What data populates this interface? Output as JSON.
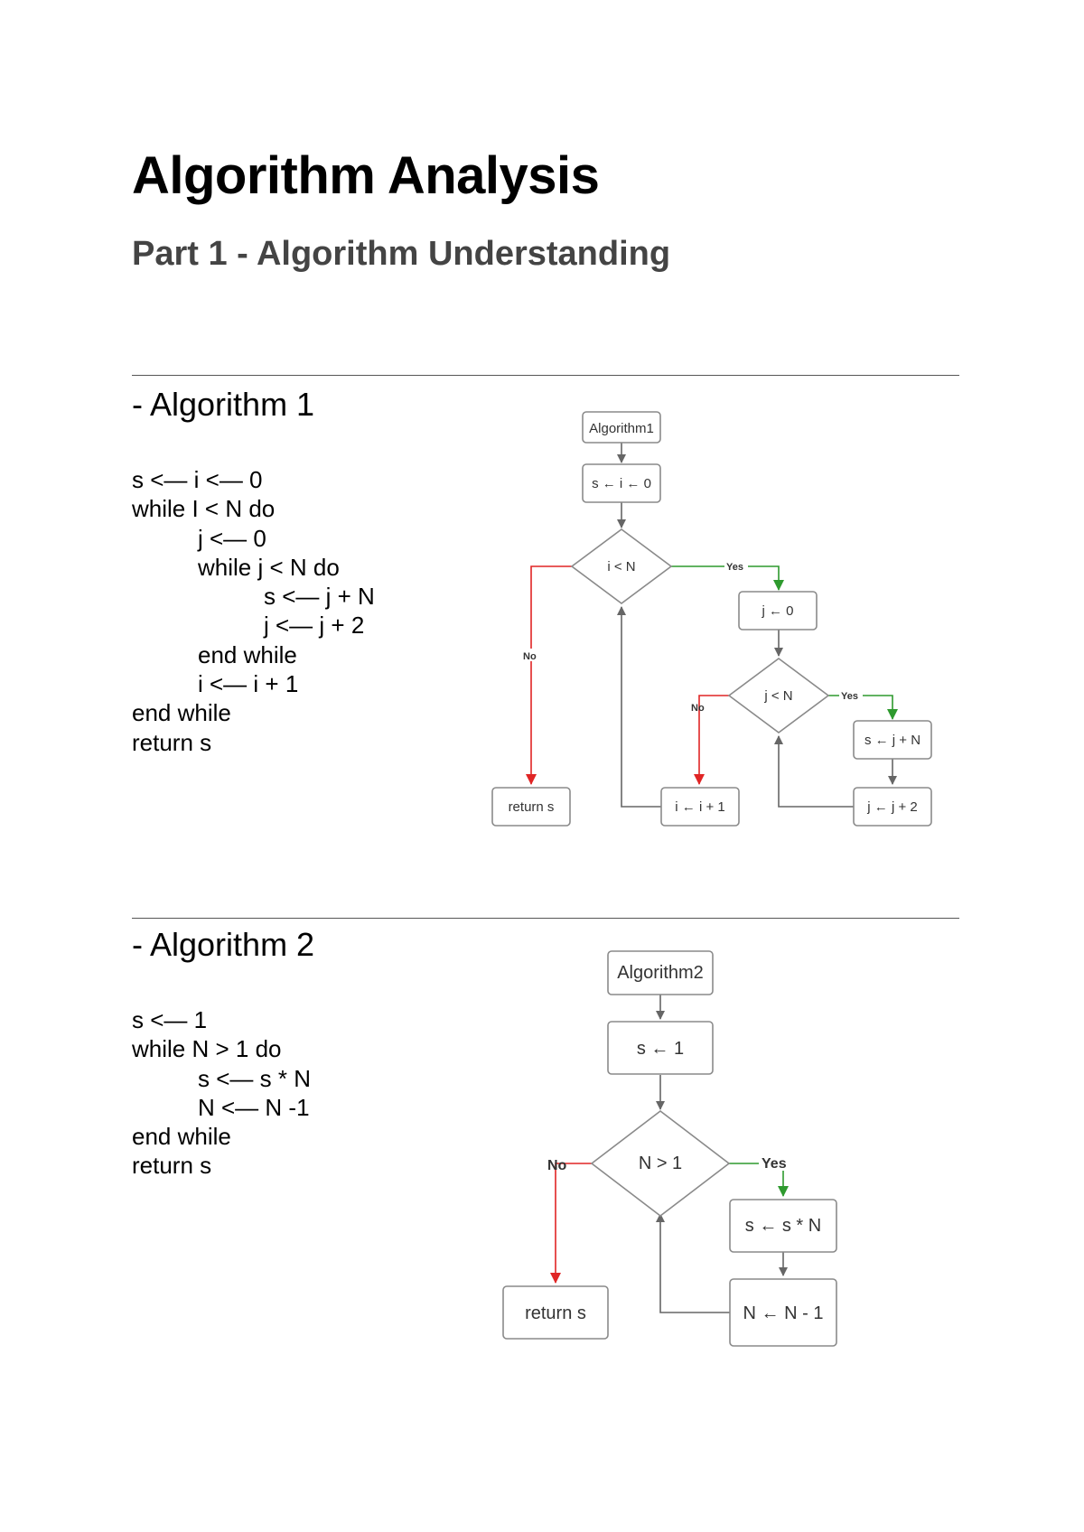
{
  "title": "Algorithm Analysis",
  "subtitle": "Part 1 - Algorithm Understanding",
  "sections": [
    {
      "heading": "- Algorithm 1",
      "code": [
        "s <— i <— 0",
        "while I < N do",
        "j <— 0",
        "while j < N do",
        "s <— j + N",
        "j <— j + 2",
        "end while",
        "i <— i + 1",
        "end while",
        "return s"
      ],
      "flowchart": {
        "start": "Algorithm1",
        "init": "s ← i ← 0",
        "cond1": "i < N",
        "yes_label": "Yes",
        "no_label": "No",
        "j_init": "j ← 0",
        "cond2": "j < N",
        "s_update": "s ← j + N",
        "j_update": "j ← j + 2",
        "i_update": "i ← i + 1",
        "return": "return s"
      }
    },
    {
      "heading": "- Algorithm 2",
      "code": [
        "s <— 1",
        "while N > 1 do",
        "s <— s * N",
        "N <— N -1",
        "end while",
        "return s"
      ],
      "flowchart": {
        "start": "Algorithm2",
        "init": "s ← 1",
        "cond": "N > 1",
        "yes_label": "Yes",
        "no_label": "No",
        "s_update": "s ← s * N",
        "n_update": "N ← N - 1",
        "return": "return s"
      }
    }
  ],
  "colors": {
    "yes_edge": "#2e9a2e",
    "no_edge": "#e02525",
    "edge": "#666666",
    "node_border": "#8a8a8a"
  }
}
